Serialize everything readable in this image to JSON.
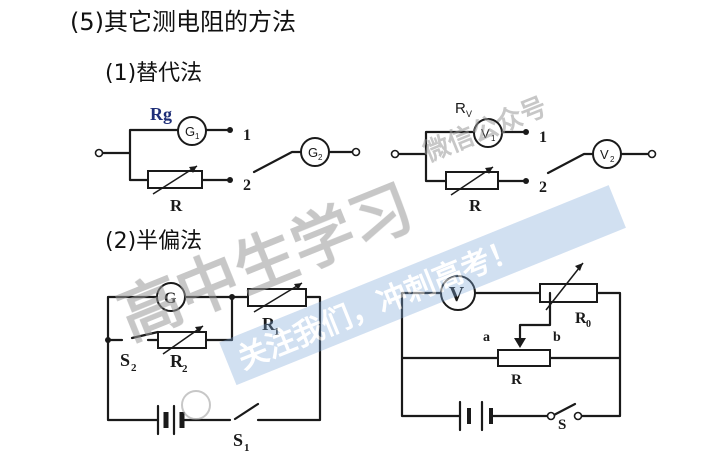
{
  "heading": "(5)其它测电阻的方法",
  "sections": {
    "substitution": "(1)替代法",
    "half_deflection": "(2)半偏法"
  },
  "labels": {
    "rg": "Rg",
    "g1": "G",
    "g1_sub": "1",
    "g2": "G",
    "g2_sub": "2",
    "term1_left": "1",
    "term2_left": "2",
    "r_left": "R",
    "rv": "R",
    "rv_sub": "V",
    "v1": "V",
    "v1_sub": "1",
    "v2": "V",
    "v2_sub": "2",
    "term1_right": "1",
    "term2_right": "2",
    "r_right": "R",
    "g": "G",
    "r1": "R",
    "r1_sub": "1",
    "r2": "R",
    "r2_sub": "2",
    "s2": "S",
    "s2_sub": "2",
    "s1": "S",
    "s1_sub": "1",
    "v": "V",
    "r0": "R",
    "r0_sub": "0",
    "a": "a",
    "b": "b",
    "r_bottom": "R",
    "s": "S"
  },
  "watermarks": {
    "big": "高中生学习",
    "small_top": "微信公众号",
    "banner": "关注我们，冲刺高考！"
  },
  "colors": {
    "ink": "#1a1a1a",
    "rg_label": "#1f2f78",
    "watermark_gray": "#9a9a9a",
    "watermark_blue": "#7fa8d8"
  }
}
